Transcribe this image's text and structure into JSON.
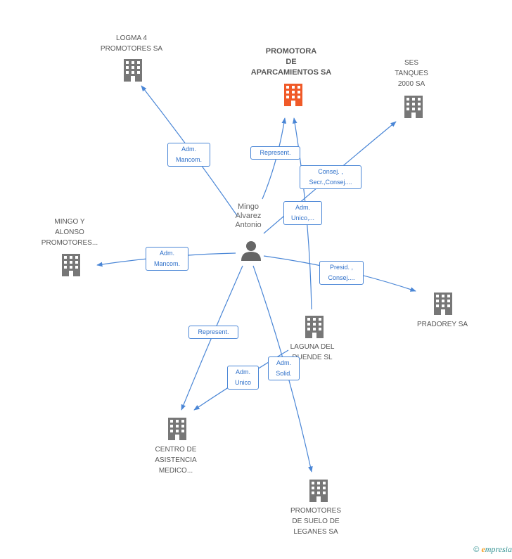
{
  "colors": {
    "edge": "#4a86d6",
    "building": "#777777",
    "building_main": "#f05a28",
    "person": "#666666"
  },
  "center": {
    "name": "Mingo\nAlvarez\nAntonio",
    "icon": "person-icon"
  },
  "companies": [
    {
      "id": "logma",
      "name": "LOGMA 4\nPROMOTORES SA",
      "main": false
    },
    {
      "id": "promotora",
      "name": "PROMOTORA\nDE\nAPARCAMIENTOS SA",
      "main": true
    },
    {
      "id": "ses",
      "name": "SES\nTANQUES\n2000 SA",
      "main": false
    },
    {
      "id": "mingo",
      "name": "MINGO Y\nALONSO\nPROMOTORES...",
      "main": false
    },
    {
      "id": "pradorey",
      "name": "PRADOREY SA",
      "main": false
    },
    {
      "id": "laguna",
      "name": "LAGUNA DEL\nDUENDE SL",
      "main": false
    },
    {
      "id": "centro",
      "name": "CENTRO DE\nASISTENCIA\nMEDICO...",
      "main": false
    },
    {
      "id": "leganes",
      "name": "PROMOTORES\nDE SUELO DE\nLEGANES SA",
      "main": false
    }
  ],
  "edges": [
    {
      "label": "Adm.\nMancom."
    },
    {
      "label": "Represent."
    },
    {
      "label": "Consej. ,\nSecr.,Consej...."
    },
    {
      "label": "Adm.\nUnico,..."
    },
    {
      "label": "Adm.\nMancom."
    },
    {
      "label": "Presid. ,\nConsej...."
    },
    {
      "label": "Represent."
    },
    {
      "label": "Adm.\nUnico"
    },
    {
      "label": "Adm.\nSolid."
    }
  ],
  "footer": {
    "copyright": "©",
    "brand_e": "e",
    "brand_rest": "mpresia"
  }
}
